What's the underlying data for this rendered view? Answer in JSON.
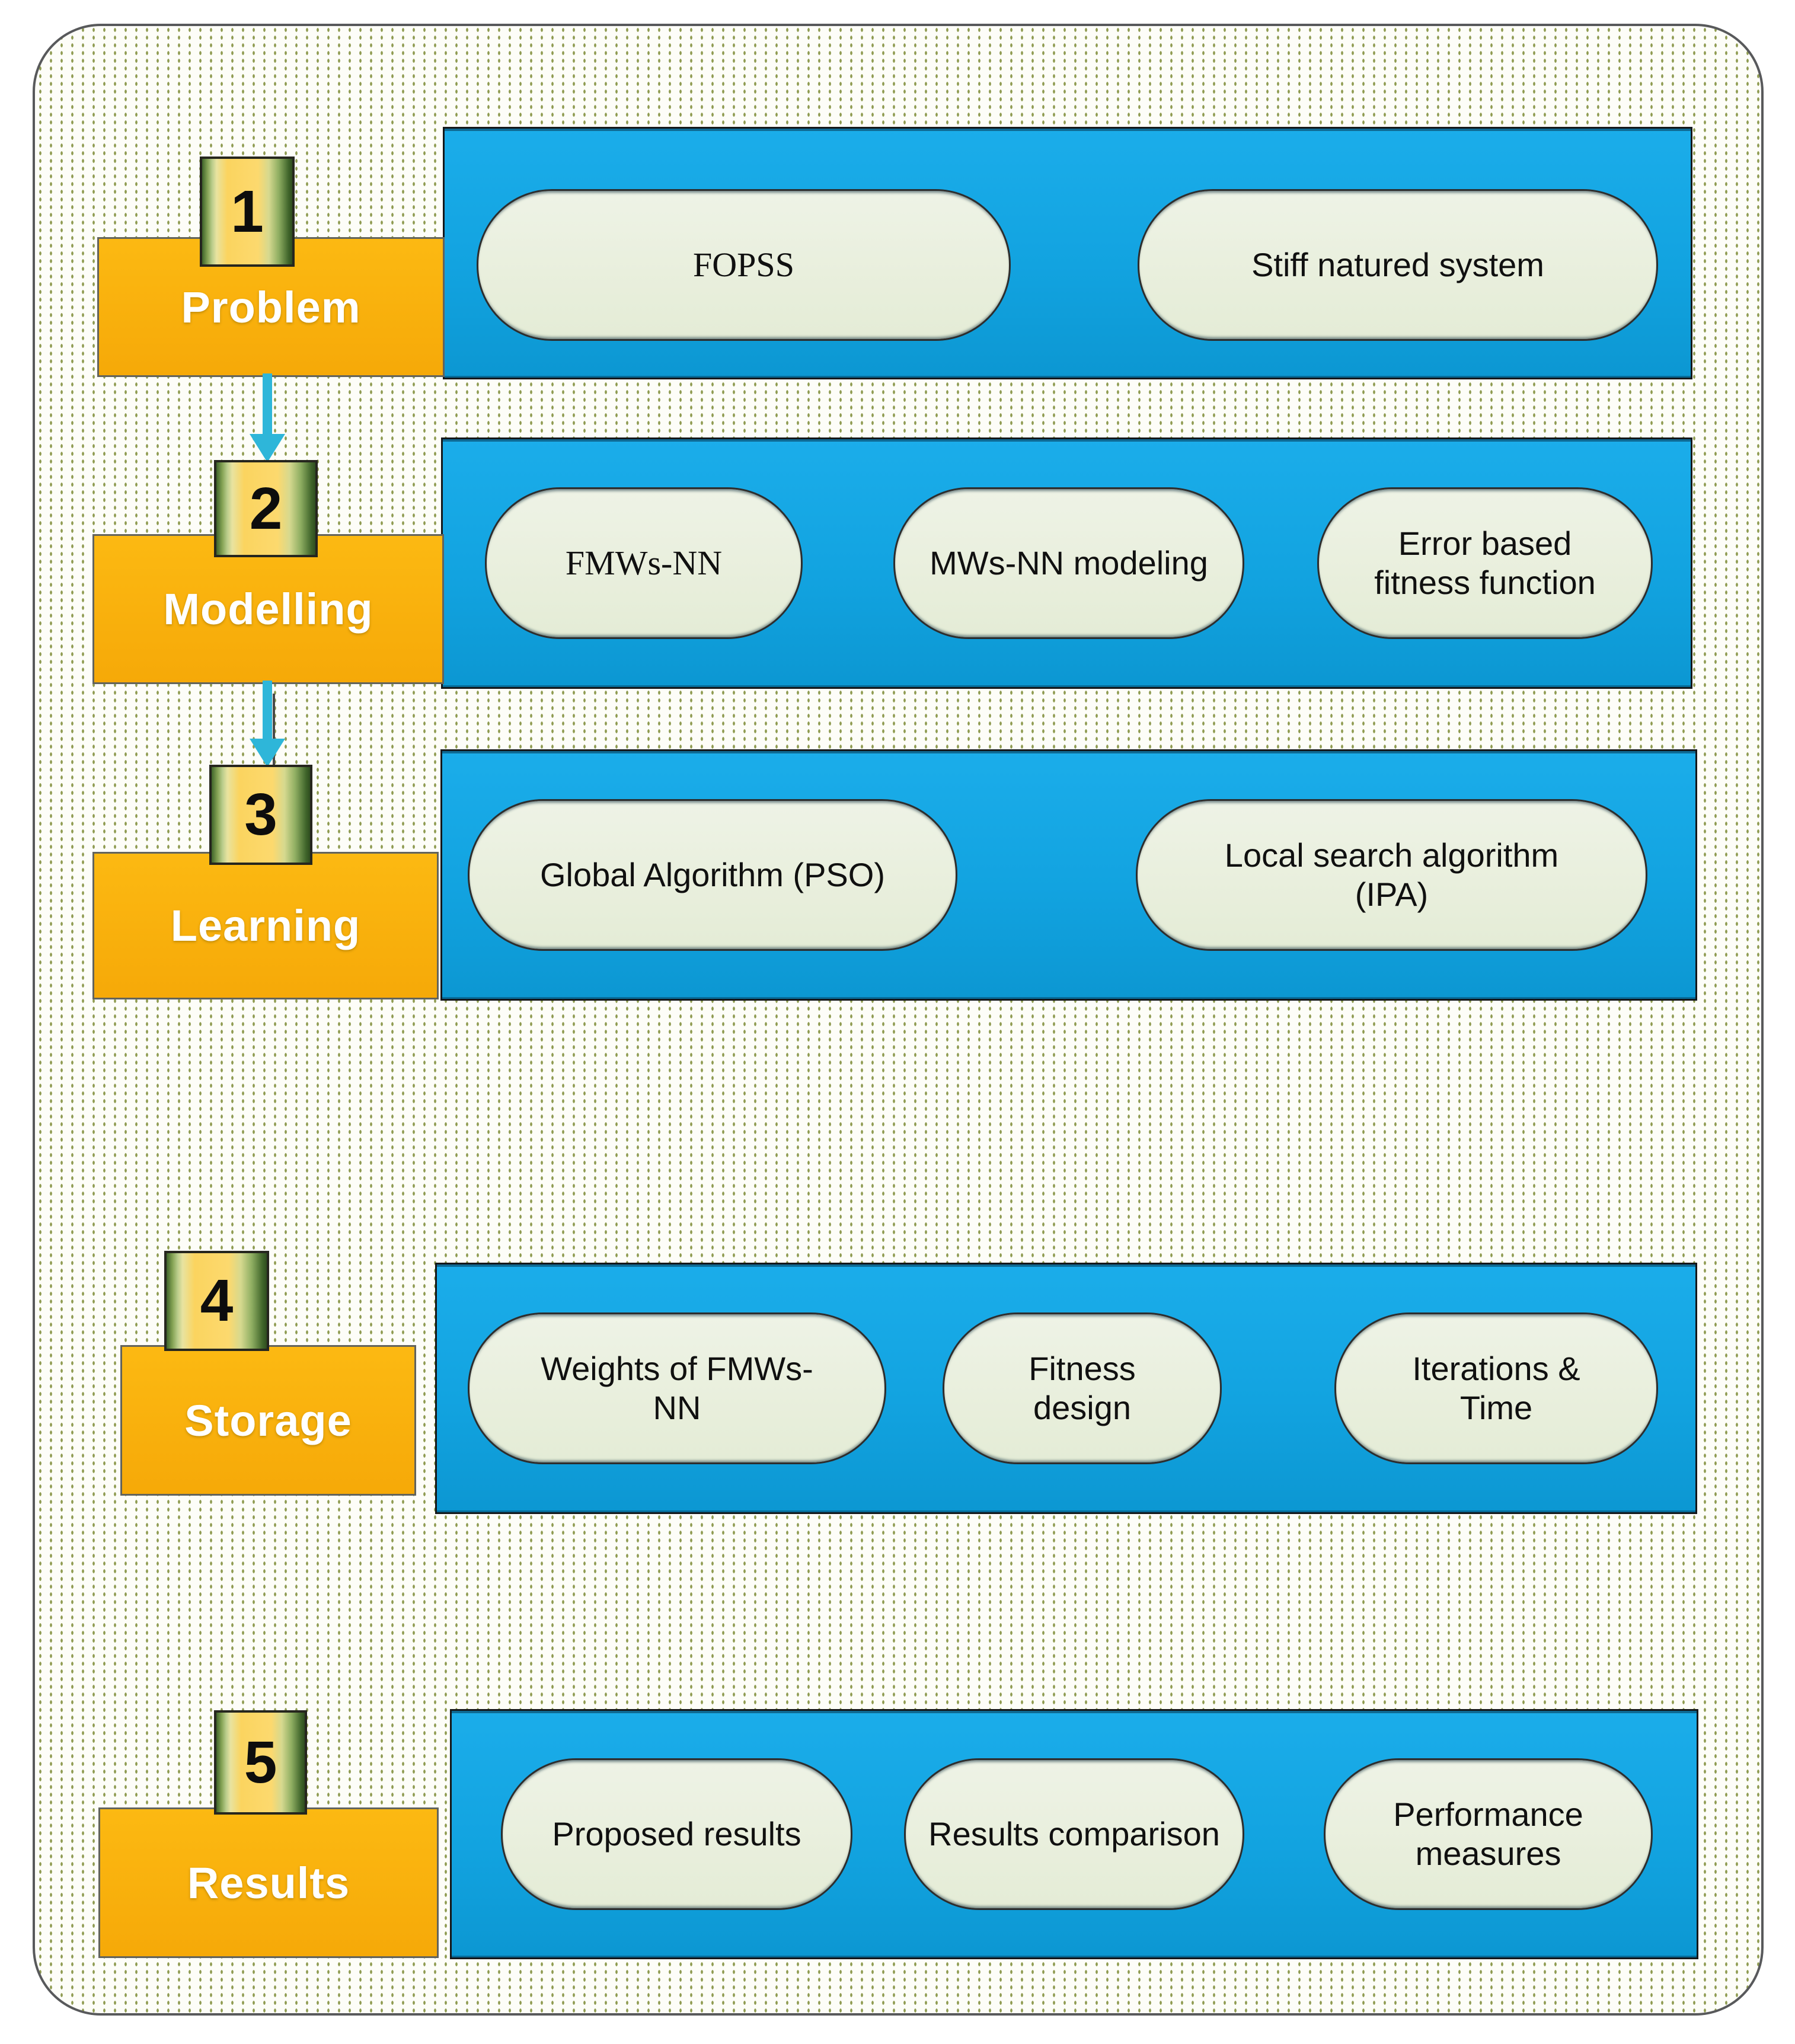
{
  "figure": {
    "colors": {
      "band_blue": "#12a3e0",
      "label_box_orange": "#f9ae07",
      "badge_yellow": "#fbd762",
      "badge_green": "#4e7a31",
      "oval_fill": "#edf2e3",
      "arrow_cyan": "#2eb6d9",
      "background_dot": "#8f9b51",
      "container_border": "#58595b"
    },
    "rows": [
      {
        "number": "1",
        "label": "Problem",
        "ovals": [
          {
            "text": "FOPSS"
          },
          {
            "text": "Stiff natured system"
          }
        ]
      },
      {
        "number": "2",
        "label": "Modelling",
        "ovals": [
          {
            "text": "FMWs-NN"
          },
          {
            "text": "MWs-NN modeling"
          },
          {
            "text": "Error based fitness function"
          }
        ]
      },
      {
        "number": "3",
        "label": "Learning",
        "ovals": [
          {
            "text": "Global Algorithm (PSO)"
          },
          {
            "text": "Local search algorithm (IPA)"
          }
        ]
      },
      {
        "number": "4",
        "label": "Storage",
        "ovals": [
          {
            "text": "Weights of FMWs-NN"
          },
          {
            "text": "Fitness design"
          },
          {
            "text": "Iterations & Time"
          }
        ]
      },
      {
        "number": "5",
        "label": "Results",
        "ovals": [
          {
            "text": "Proposed results"
          },
          {
            "text": "Results comparison"
          },
          {
            "text": "Performance measures"
          }
        ]
      }
    ]
  }
}
